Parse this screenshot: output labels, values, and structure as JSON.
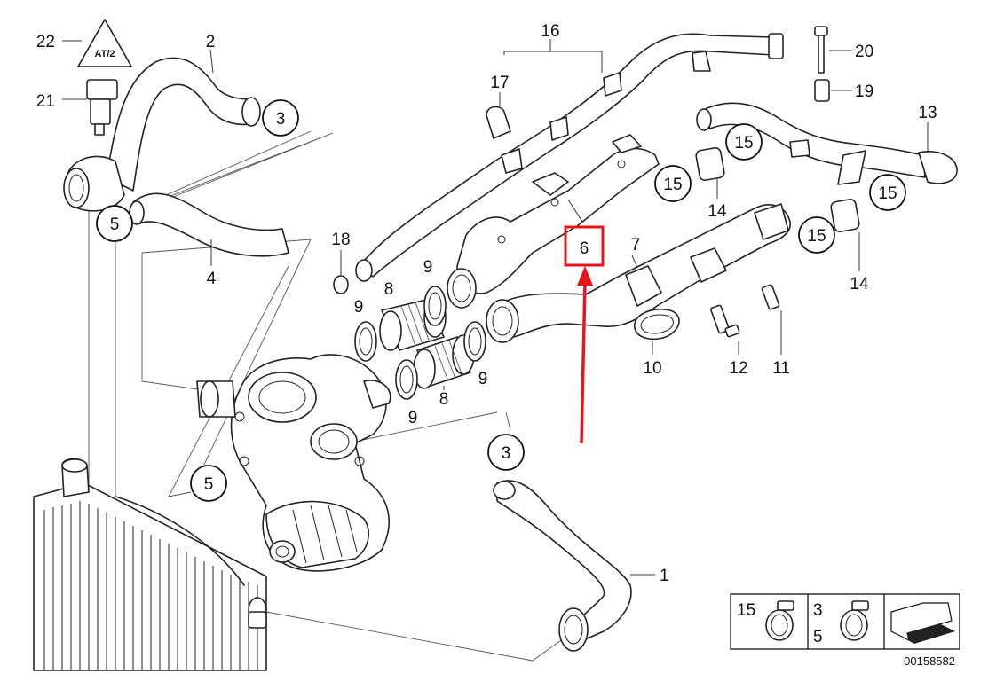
{
  "diagram": {
    "part_labels": {
      "p1": "1",
      "p2": "2",
      "p3a": "3",
      "p3b": "3",
      "p4": "4",
      "p5a": "5",
      "p5b": "5",
      "p6": "6",
      "p7": "7",
      "p8a": "8",
      "p8b": "8",
      "p9a": "9",
      "p9b": "9",
      "p9c": "9",
      "p9d": "9",
      "p10": "10",
      "p11": "11",
      "p12": "12",
      "p13": "13",
      "p14a": "14",
      "p14b": "14",
      "p15a": "15",
      "p15b": "15",
      "p15c": "15",
      "p15d": "15",
      "p16": "16",
      "p17": "17",
      "p18": "18",
      "p19": "19",
      "p20": "20",
      "p21": "21",
      "p22": "22"
    },
    "highlight": {
      "label": "6",
      "color": "#e8141c"
    },
    "clamp_legend": {
      "left_label": "15",
      "right_label_top": "3",
      "right_label_bottom": "5"
    },
    "diagram_number": "00158582",
    "sensor_symbol_text": "AT/2"
  }
}
